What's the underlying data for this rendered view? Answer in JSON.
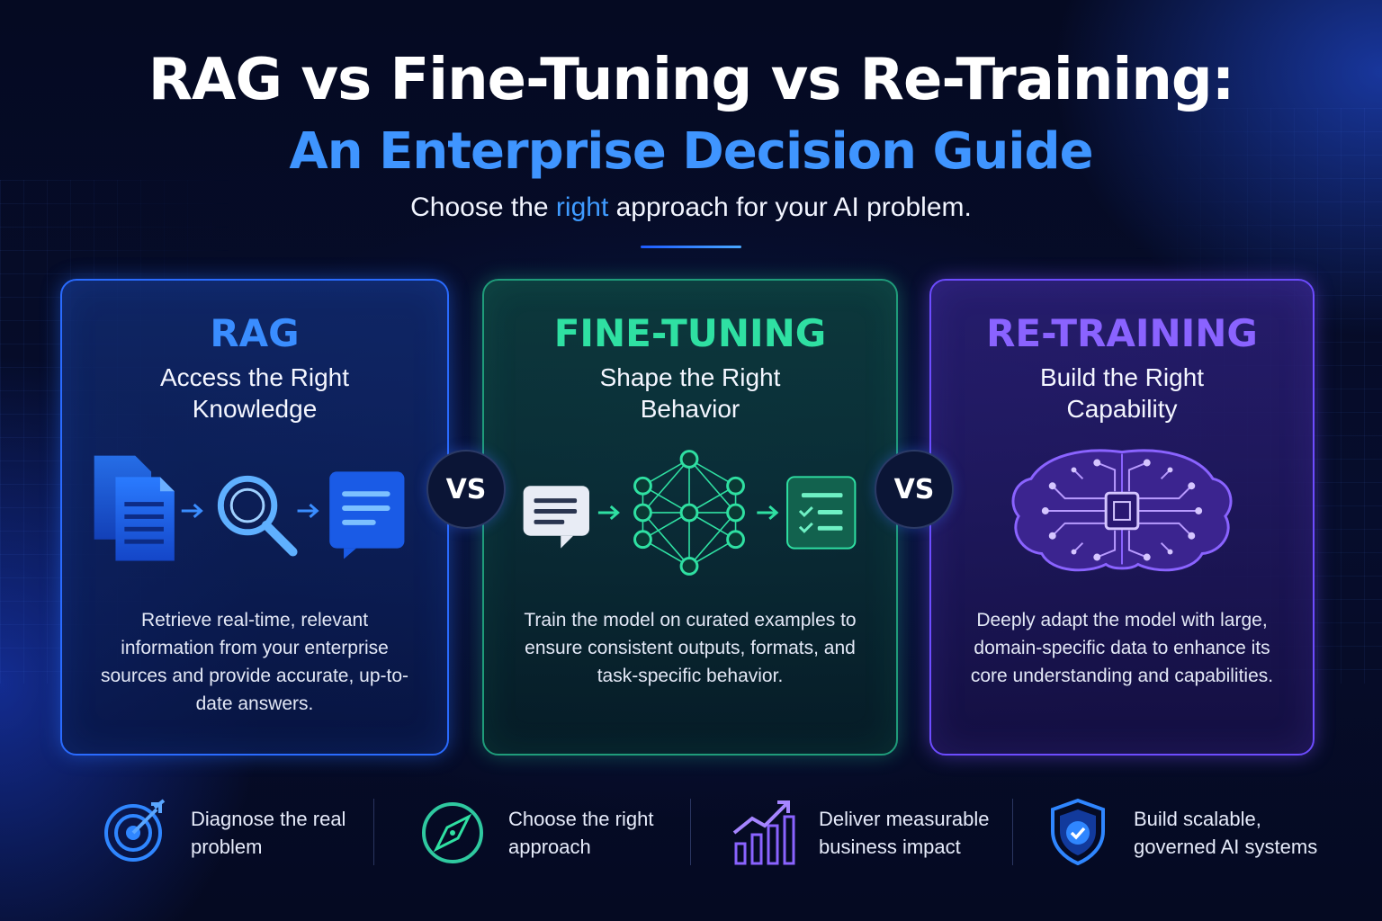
{
  "header": {
    "title": "RAG vs Fine-Tuning vs Re-Training:",
    "subtitle": "An Enterprise Decision Guide",
    "tagline_before": "Choose the ",
    "tagline_highlight": "right",
    "tagline_after": " approach for your AI problem."
  },
  "cards": [
    {
      "name": "RAG",
      "heading_line1": "Access the Right",
      "heading_line2": "Knowledge",
      "description": "Retrieve real-time, relevant information from your enterprise sources and provide accurate, up-to-date answers.",
      "icons": [
        "documents-icon",
        "arrow-right-icon",
        "magnifier-icon",
        "arrow-right-icon",
        "chat-bubble-icon"
      ],
      "accent": "#3a8dff"
    },
    {
      "name": "FINE-TUNING",
      "heading_line1": "Shape the Right",
      "heading_line2": "Behavior",
      "description": "Train the model on curated examples to ensure consistent outputs, formats, and task-specific behavior.",
      "icons": [
        "message-icon",
        "arrow-right-icon",
        "neural-network-icon",
        "arrow-right-icon",
        "checklist-icon"
      ],
      "accent": "#2fe0a2"
    },
    {
      "name": "RE-TRAINING",
      "heading_line1": "Build the Right",
      "heading_line2": "Capability",
      "description": "Deeply adapt the model with large, domain-specific data to enhance its core understanding and capabilities.",
      "icons": [
        "circuit-brain-icon"
      ],
      "accent": "#8a63ff"
    }
  ],
  "vs_label": "VS",
  "features": [
    {
      "line1": "Diagnose the real",
      "line2": "problem",
      "icon": "target-icon"
    },
    {
      "line1": "Choose the right",
      "line2": "approach",
      "icon": "compass-icon"
    },
    {
      "line1": "Deliver measurable",
      "line2": "business impact",
      "icon": "growth-chart-icon"
    },
    {
      "line1": "Build scalable,",
      "line2": "governed AI systems",
      "icon": "shield-check-icon"
    }
  ]
}
